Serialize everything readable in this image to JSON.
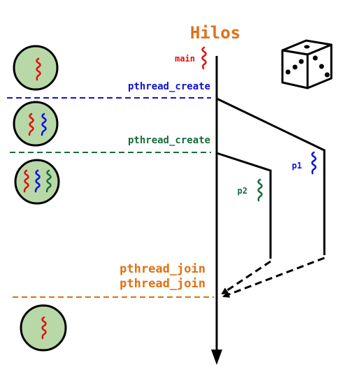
{
  "title": "Hilos",
  "labels": {
    "main": "main",
    "create_1": "pthread_create",
    "create_2": "pthread_create",
    "join_1": "pthread_join",
    "join_2": "pthread_join",
    "p1": "p1",
    "p2": "p2"
  },
  "colors": {
    "title": "#e0701a",
    "main": "#e01010",
    "p1": "#1010e0",
    "p2": "#1a6a3a",
    "create_1": "#1010d0",
    "create_2": "#1a6a3a",
    "join": "#e07010",
    "process_fill": "#b8d8a8",
    "ink": "#000000"
  },
  "icons": [
    "dice-icon",
    "thread-squiggle-icon",
    "process-circle-icon"
  ]
}
